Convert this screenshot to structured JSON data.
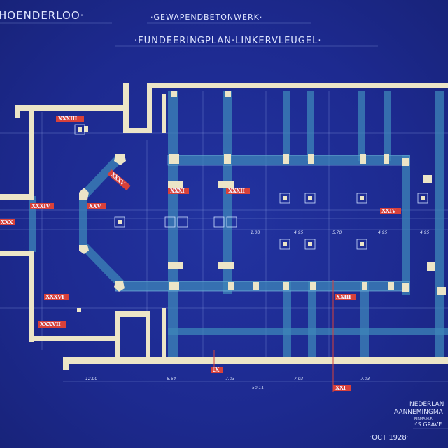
{
  "title": {
    "location": "HOENDERLOO·",
    "subtitle": "·GEWAPENDBETONWERK·",
    "plan_name": "·FUNDEERINGPLAN·LINKERVLEUGEL·"
  },
  "section_labels": [
    {
      "id": "XXXIII"
    },
    {
      "id": "XXXV"
    },
    {
      "id": "XXXI"
    },
    {
      "id": "XXXII"
    },
    {
      "id": "XXXIV"
    },
    {
      "id": "XXX"
    },
    {
      "id": "XXV"
    },
    {
      "id": "XXXVI"
    },
    {
      "id": "XXXVII"
    },
    {
      "id": "XXIV"
    },
    {
      "id": "XXIII"
    },
    {
      "id": "IX"
    },
    {
      "id": "XXI"
    }
  ],
  "dimensions": {
    "bottom": [
      "12.00",
      "6.64",
      "7.03",
      "7.03",
      "7.03"
    ],
    "bottom_total": "50.11",
    "middle": [
      "4.95",
      "5.70",
      "4.95",
      "1.08",
      "4.95"
    ]
  },
  "colors": {
    "paper": "#1d2a90",
    "walls": "#ece5c7",
    "beams": "#3d86b8",
    "sections": "#d8413a"
  },
  "footer": {
    "company_line1": "NEDERLAN",
    "company_line2": "AANNEMINGMA",
    "company_line3": "FIRMA H.F.",
    "company_city": "·'S GRAVE",
    "date": "·OCT 1928·"
  }
}
